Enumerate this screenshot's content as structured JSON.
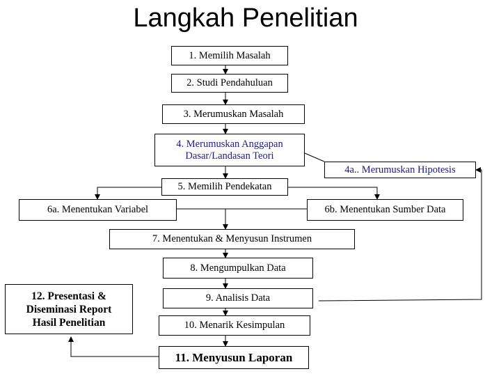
{
  "title": "Langkah Penelitian",
  "steps": {
    "s1": "1.  Memilih Masalah",
    "s2": "2. Studi Pendahuluan",
    "s3": "3. Merumuskan Masalah",
    "s4_line1": "4. Merumuskan Anggapan",
    "s4_line2": "Dasar/Landasan Teori",
    "s4a": "4a.. Merumuskan Hipotesis",
    "s5": "5. Memilih Pendekatan",
    "s6a": "6a. Menentukan Variabel",
    "s6b": "6b. Menentukan Sumber Data",
    "s7": "7. Menentukan & Menyusun Instrumen",
    "s8": "8. Mengumpulkan Data",
    "s9": "9. Analisis Data",
    "s10": "10. Menarik Kesimpulan",
    "s11": "11. Menyusun Laporan",
    "s12_line1": "12.  Presentasi &",
    "s12_line2": "Diseminasi  Report",
    "s12_line3": "Hasil Penelitian"
  },
  "colors": {
    "step4_text": "#1a1a8c",
    "step4a_text": "#1a1a8c"
  }
}
